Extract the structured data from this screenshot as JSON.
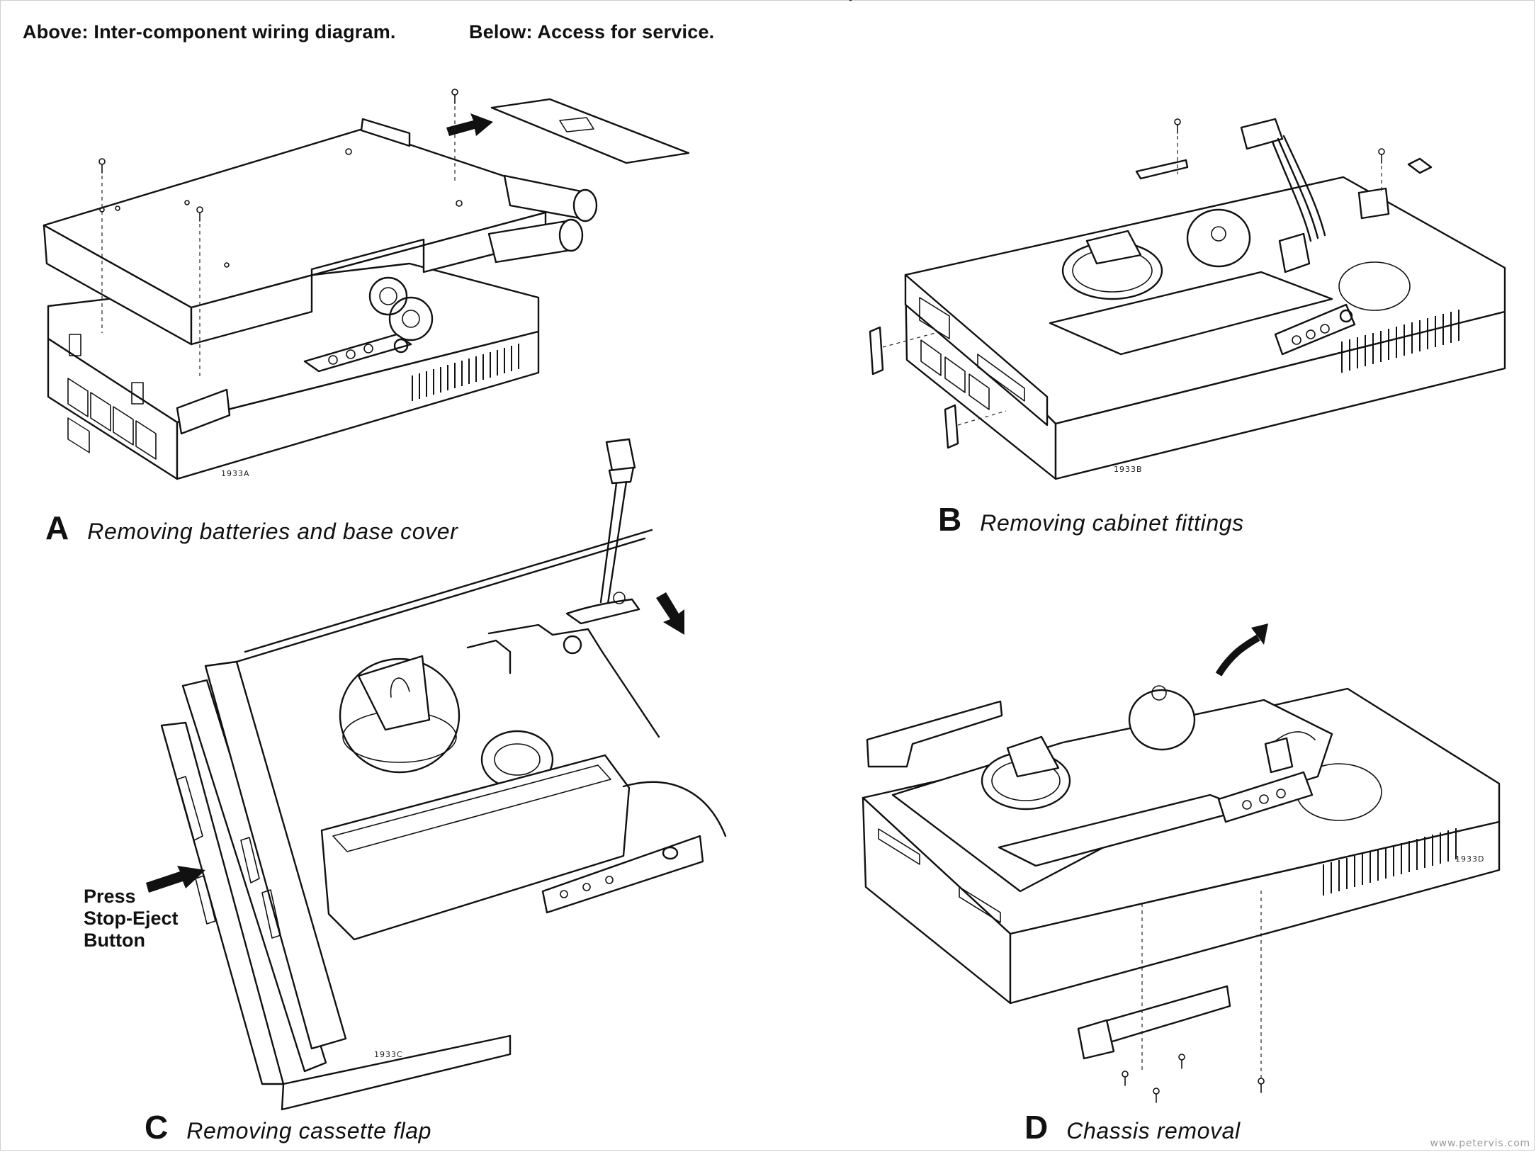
{
  "header": {
    "left": "Above: Inter-component wiring diagram.",
    "right": "Below: Access for service."
  },
  "panels": [
    {
      "letter": "A",
      "caption": "Removing batteries and base cover",
      "code": "1933A"
    },
    {
      "letter": "B",
      "caption": "Removing cabinet fittings",
      "code": "1933B"
    },
    {
      "letter": "C",
      "caption": "Removing cassette flap",
      "code": "1933C"
    },
    {
      "letter": "D",
      "caption": "Chassis removal",
      "code": "1933D"
    }
  ],
  "callout": {
    "line1": "Press",
    "line2": "Stop-Eject",
    "line3": "Button"
  },
  "watermark": "www.petervis.com"
}
